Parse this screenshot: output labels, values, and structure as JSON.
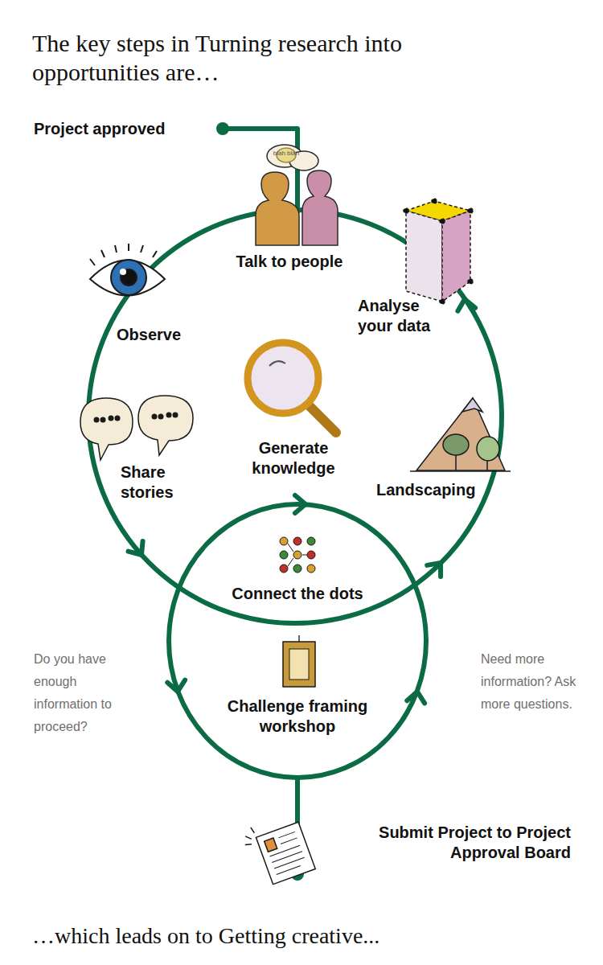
{
  "diagram": {
    "title": "The key steps in Turning research into opportunities are…",
    "caption": "…which leads on to Getting creative...",
    "nodes": [
      {
        "text": [
          "Project approved"
        ]
      },
      {
        "text": [
          "Talk to people"
        ]
      },
      {
        "text": [
          "Observe"
        ]
      },
      {
        "text": [
          "Analyse your data"
        ]
      },
      {
        "text": [
          "Generate knowledge"
        ]
      },
      {
        "text": [
          "Share stories"
        ]
      },
      {
        "text": [
          "Landscaping"
        ]
      },
      {
        "text": [
          "Connect the dots"
        ]
      },
      {
        "text": [
          "Challenge framing workshop"
        ]
      },
      {
        "text": [
          "Submit Project to Project Approval Board"
        ]
      }
    ],
    "labels": [
      "blah blah",
      "Do you have enough information to proceed?",
      "Need more information? Ask more questions."
    ]
  }
}
